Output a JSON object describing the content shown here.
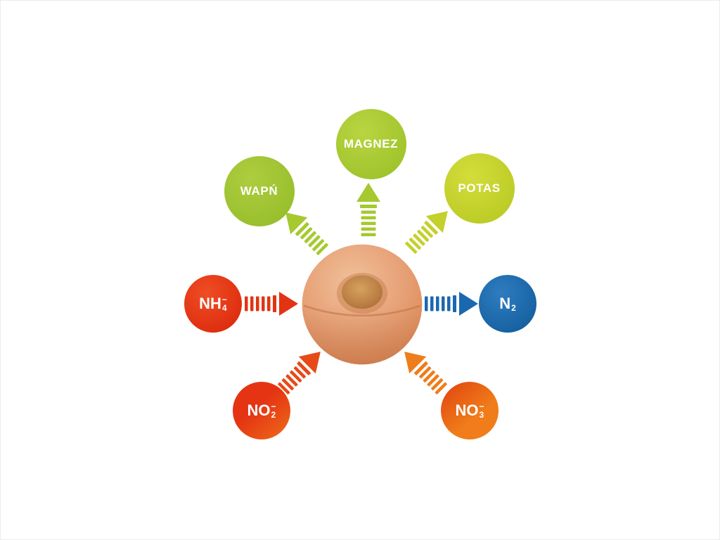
{
  "diagram": {
    "center": {
      "name": "granule"
    },
    "nodes": [
      {
        "id": "magnez",
        "base": "MAGNEZ",
        "sub": "",
        "sup": "",
        "circle_color": "#a3c631",
        "arrow_color": "#a5c92f",
        "arrow_direction": "outward"
      },
      {
        "id": "wapn",
        "base": "WAPŃ",
        "sub": "",
        "sup": "",
        "circle_color": "#9cc22e",
        "arrow_color": "#a5c92f",
        "arrow_direction": "outward"
      },
      {
        "id": "potas",
        "base": "POTAS",
        "sub": "",
        "sup": "",
        "circle_color": "#c3d02a",
        "arrow_color": "#c4d02b",
        "arrow_direction": "outward"
      },
      {
        "id": "nh4",
        "base": "NH",
        "sub": "4",
        "sup": "−",
        "circle_color": "#e23413",
        "arrow_color": "#e23413",
        "arrow_direction": "inward"
      },
      {
        "id": "n2",
        "base": "N",
        "sub": "2",
        "sup": "",
        "circle_color": "#1a68b0",
        "arrow_color": "#1a68b0",
        "arrow_direction": "outward"
      },
      {
        "id": "no2",
        "base": "NO",
        "sub": "2",
        "sup": "−",
        "circle_color": "#e43414",
        "circle_color_2": "#ee6d17",
        "arrow_color": "#e64a17",
        "arrow_direction": "inward"
      },
      {
        "id": "no3",
        "base": "NO",
        "sub": "3",
        "sup": "−",
        "circle_color": "#f07d1a",
        "circle_color_2": "#e0470f",
        "arrow_color": "#ee7d1b",
        "arrow_direction": "inward"
      }
    ]
  }
}
